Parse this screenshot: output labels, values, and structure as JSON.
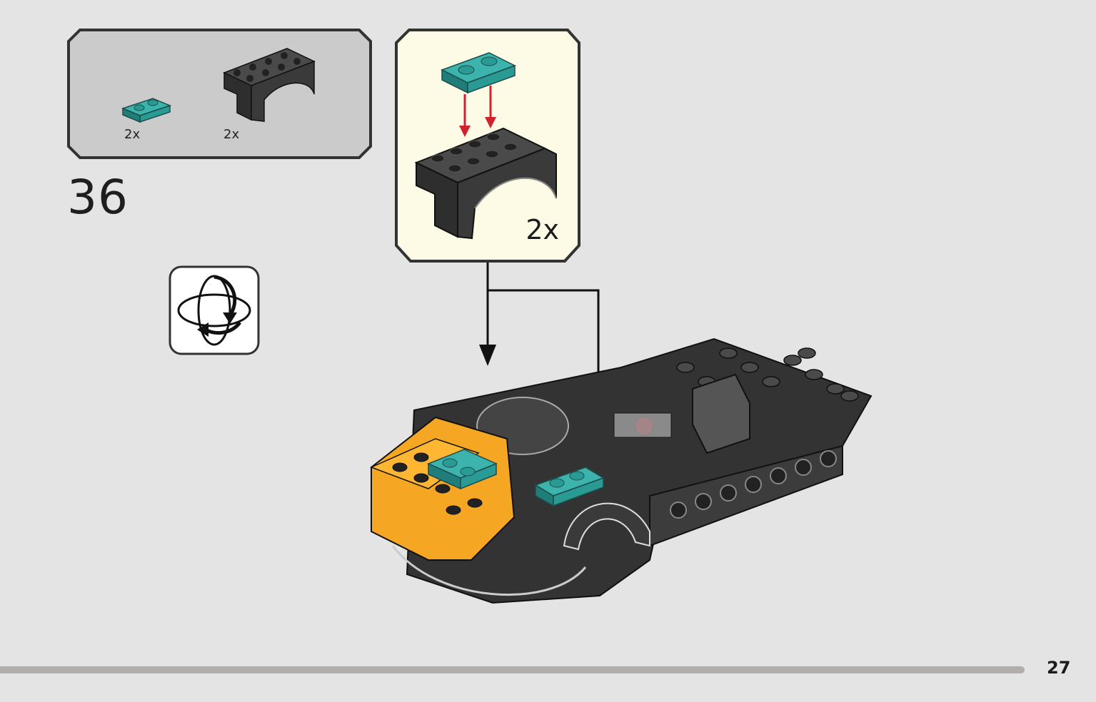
{
  "step": {
    "number": "36"
  },
  "parts_list": {
    "items": [
      {
        "name": "teal-plate-1x2",
        "count": "2x",
        "color": "#2a9a95"
      },
      {
        "name": "black-arch-brick",
        "count": "2x",
        "color": "#3a3a3a"
      }
    ]
  },
  "sub_assembly": {
    "multiplier": "2x",
    "background": "#fdfbe6"
  },
  "page": {
    "number": "27"
  },
  "colors": {
    "background": "#e4e4e4",
    "parts_box": "#cccccc",
    "teal": "#2a9a95",
    "black_brick": "#3a3a3a",
    "orange": "#f5a623",
    "arrow_red": "#d0212d"
  },
  "icons": {
    "rotate": "rotate-model-icon"
  }
}
